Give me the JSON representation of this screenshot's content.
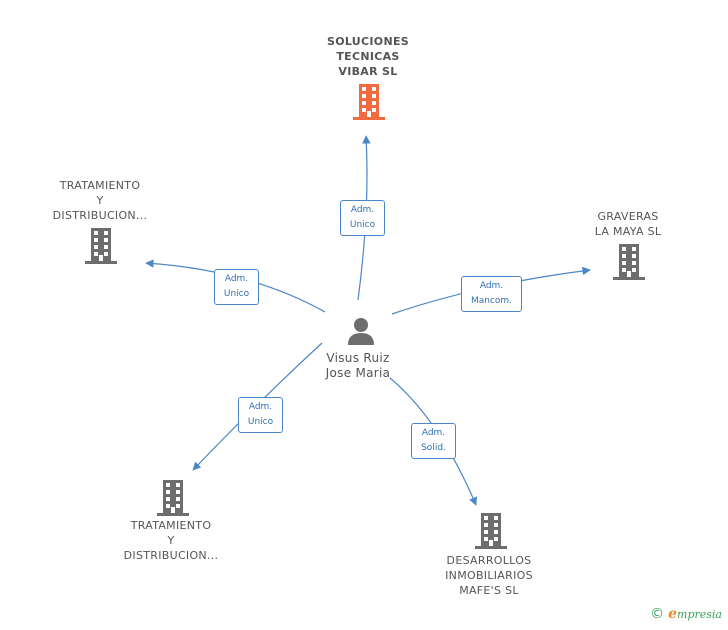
{
  "person": {
    "name": "Visus Ruiz\nJose Maria"
  },
  "companies": [
    {
      "id": "soluciones",
      "name": "SOLUCIONES\nTECNICAS\nVIBAR  SL",
      "main": true,
      "color": "#f26a3d"
    },
    {
      "id": "tratamiento1",
      "name": "TRATAMIENTO\nY\nDISTRIBUCION...",
      "main": false,
      "color": "#6d6d6d"
    },
    {
      "id": "graveras",
      "name": "GRAVERAS\nLA MAYA  SL",
      "main": false,
      "color": "#6d6d6d"
    },
    {
      "id": "tratamiento2",
      "name": "TRATAMIENTO\nY\nDISTRIBUCION...",
      "main": false,
      "color": "#6d6d6d"
    },
    {
      "id": "desarrollos",
      "name": "DESARROLLOS\nINMOBILIARIOS\nMAFE'S SL",
      "main": false,
      "color": "#6d6d6d"
    }
  ],
  "relations": [
    {
      "target": "soluciones",
      "label": "Adm.\nUnico"
    },
    {
      "target": "tratamiento1",
      "label": "Adm.\nUnico"
    },
    {
      "target": "graveras",
      "label": "Adm.\nMancom."
    },
    {
      "target": "tratamiento2",
      "label": "Adm.\nUnico"
    },
    {
      "target": "desarrollos",
      "label": "Adm.\nSolid."
    }
  ],
  "colors": {
    "edge": "#4a86c8",
    "person_icon": "#6d6d6d"
  },
  "footer": {
    "copyright": "©",
    "brand_initial": "e",
    "brand_rest": "mpresia"
  }
}
